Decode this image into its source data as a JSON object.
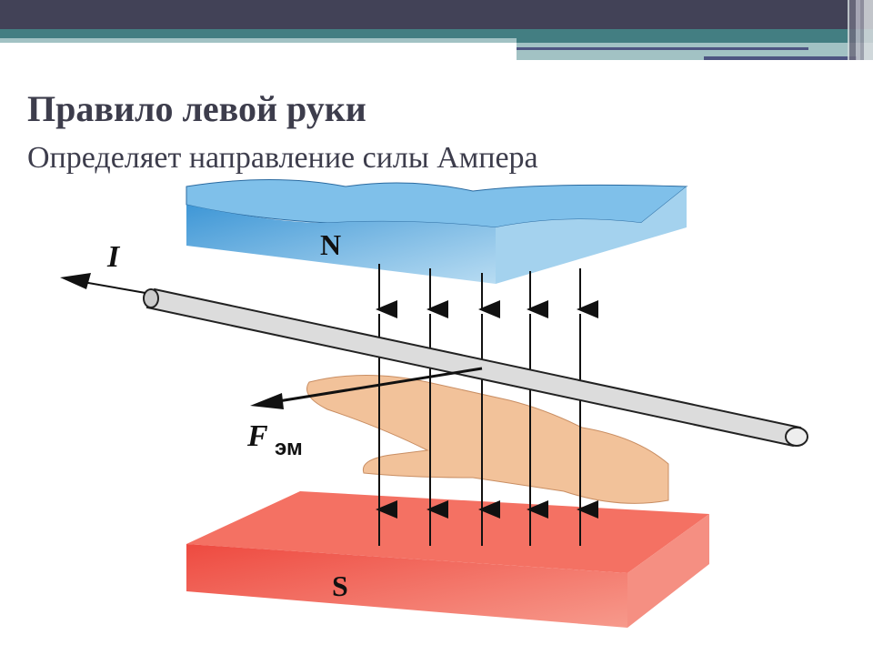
{
  "slide": {
    "title": "Правило левой руки",
    "subtitle": "Определяет направление силы Ампера"
  },
  "diagram": {
    "north_label": "N",
    "south_label": "S",
    "current_label": "I",
    "force_label": "F",
    "force_subscript": "эм",
    "colors": {
      "north": "#5aa9dc",
      "south": "#f0554a",
      "hand": "#f2c29a"
    }
  }
}
